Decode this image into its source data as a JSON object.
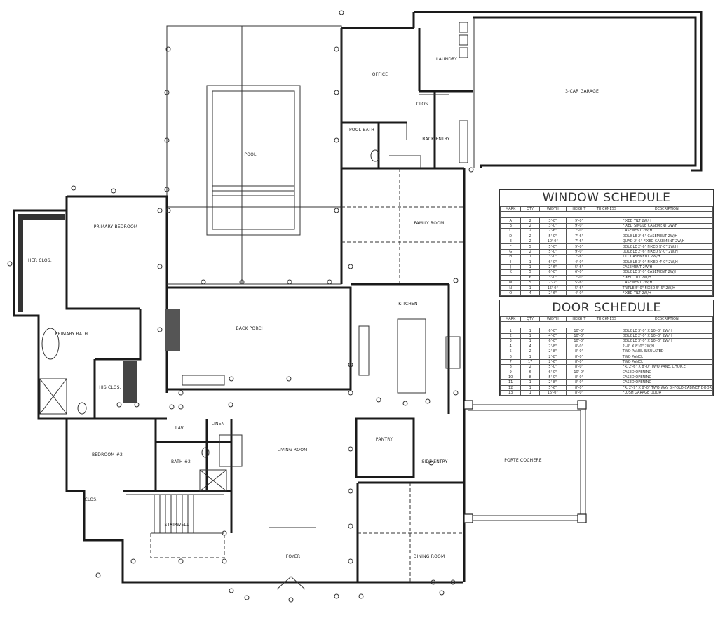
{
  "rooms": {
    "office": "OFFICE",
    "laundry": "LAUNDRY",
    "closet_back": "CLOS.",
    "pool_bath": "POOL BATH",
    "back_entry": "BACK ENTRY",
    "garage": "3-CAR GARAGE",
    "pool": "POOL",
    "primary_bedroom": "PRIMARY BEDROOM",
    "her_closet": "HER CLOS.",
    "family_room": "FAMILY ROOM",
    "kitchen": "KITCHEN",
    "back_porch": "BACK PORCH",
    "primary_bath": "PRIMARY BATH",
    "his_closet": "HIS CLOS.",
    "lav": "LAV",
    "linen": "LINEN",
    "bath2": "BATH #2",
    "bedroom2": "BEDROOM #2",
    "living_room": "LIVING ROOM",
    "pantry": "PANTRY",
    "side_entry": "SIDE ENTRY",
    "porte_cochere": "PORTE COCHERE",
    "closet_bed2": "CLOS.",
    "stairwell": "STAIRWELL",
    "foyer": "FOYER",
    "dining_room": "DINING ROOM"
  },
  "window_schedule": {
    "title": "WINDOW SCHEDULE",
    "columns": [
      "MARK",
      "QTY",
      "WIDTH",
      "HEIGHT",
      "THICKNESS",
      "DESCRIPTION"
    ],
    "rows": [
      [
        "A",
        "2",
        "3'-0\"",
        "9'-0\"",
        "",
        "FIXED TILT 2W/H"
      ],
      [
        "B",
        "2",
        "3'-0\"",
        "9'-0\"",
        "",
        "FIXED SINGLE CASEMENT 2W/H"
      ],
      [
        "C",
        "2",
        "2'-6\"",
        "7'-0\"",
        "",
        "CASEMENT 2W/H"
      ],
      [
        "D",
        "2",
        "5'-0\"",
        "7'-6\"",
        "",
        "DOUBLE 2'-6\" CASEMENT 2W/H"
      ],
      [
        "E",
        "2",
        "10'-0\"",
        "7'-6\"",
        "",
        "QUAD 2'-6\" FIXED CASEMENT 2W/H"
      ],
      [
        "F",
        "5",
        "5'-0\"",
        "9'-0\"",
        "",
        "DOUBLE 2'-6\" FIXED 9'-0\" 2W/H"
      ],
      [
        "G",
        "2",
        "5'-0\"",
        "9'-0\"",
        "",
        "DOUBLE 2'-6\" FIXED 9'-0\" 2W/H"
      ],
      [
        "H",
        "1",
        "3'-0\"",
        "7'-6\"",
        "",
        "TILT CASEMENT 2W/H"
      ],
      [
        "I",
        "1",
        "6'-0\"",
        "4'-0\"",
        "",
        "DOUBLE 3'-0\" FIXED 4'-0\" 2W/H"
      ],
      [
        "J",
        "1",
        "2'-6\"",
        "5'-6\"",
        "",
        "CASEMENT 2W/H"
      ],
      [
        "K",
        "5",
        "6'-0\"",
        "6'-0\"",
        "",
        "DOUBLE 3'-0\" CASEMENT 2W/H"
      ],
      [
        "L",
        "6",
        "3'-0\"",
        "7'-0\"",
        "",
        "FIXED TILT 2W/H"
      ],
      [
        "M",
        "5",
        "2'-2\"",
        "5'-6\"",
        "",
        "CASEMENT 2W/H"
      ],
      [
        "N",
        "1",
        "15'-0\"",
        "5'-6\"",
        "",
        "TRIPLE 5'-0\" FIXED 5'-6\" 2W/H"
      ],
      [
        "O",
        "4",
        "2'-6\"",
        "4'-0\"",
        "",
        "FIXED TILT 2W/H"
      ]
    ]
  },
  "door_schedule": {
    "title": "DOOR SCHEDULE",
    "columns": [
      "MARK",
      "QTY",
      "WIDTH",
      "HEIGHT",
      "THICKNESS",
      "DESCRIPTION"
    ],
    "rows": [
      [
        "1",
        "1",
        "6'-0\"",
        "10'-0\"",
        "",
        "DOUBLE 3'-0\" X 10'-0\" 2W/H"
      ],
      [
        "2",
        "1",
        "4'-0\"",
        "10'-0\"",
        "",
        "DOUBLE 2'-0\" X 10'-0\" 2W/H"
      ],
      [
        "3",
        "1",
        "6'-0\"",
        "10'-0\"",
        "",
        "DOUBLE 3'-0\" X 10'-0\" 2W/H"
      ],
      [
        "4",
        "4",
        "2'-8\"",
        "8'-0\"",
        "",
        "2'-8\" X 8'-0\" 2W/H"
      ],
      [
        "5",
        "2",
        "2'-8\"",
        "8'-0\"",
        "",
        "TWO PANEL INSULATED"
      ],
      [
        "6",
        "1",
        "2'-8\"",
        "8'-0\"",
        "",
        "TWO PANEL"
      ],
      [
        "7",
        "17",
        "2'-6\"",
        "8'-0\"",
        "",
        "TWO PANEL"
      ],
      [
        "8",
        "2",
        "5'-0\"",
        "8'-0\"",
        "",
        "FR. 2'-6\" X 8'-0\" TWO PANE, CHOICE"
      ],
      [
        "9",
        "6",
        "6'-0\"",
        "10'-0\"",
        "",
        "CASED OPENING"
      ],
      [
        "10",
        "8",
        "5'-0\"",
        "8'-0\"",
        "",
        "CASED OPENING"
      ],
      [
        "11",
        "1",
        "2'-8\"",
        "8'-0\"",
        "",
        "CASED OPENING"
      ],
      [
        "12",
        "1",
        "5'-6\"",
        "8'-0\"",
        "",
        "FR. 2'-9\" X 8'-0\" TWO WAY BI-FOLD CABINET DOOR PANELS"
      ],
      [
        "13",
        "1",
        "16'-0\"",
        "8'-0\"",
        "",
        "FLUSH GARAGE DOOR"
      ]
    ]
  },
  "colors": {
    "linework": "#1a1a1a",
    "background": "#ffffff"
  }
}
